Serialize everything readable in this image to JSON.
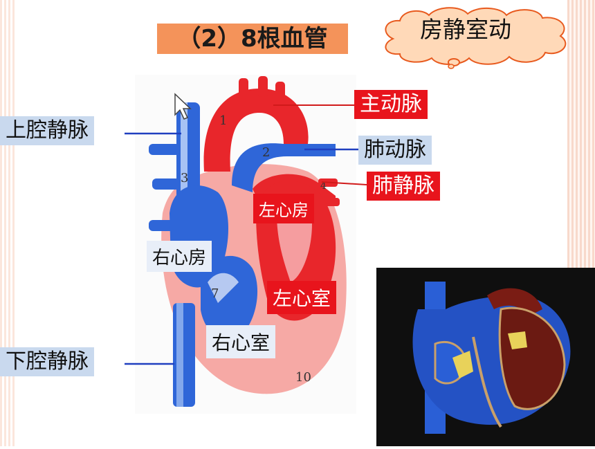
{
  "slide": {
    "title": "（2）8根血管",
    "callout": "房静室动"
  },
  "labels": {
    "superior_vena_cava": "上腔静脉",
    "inferior_vena_cava": "下腔静脉",
    "aorta": "主动脉",
    "pulmonary_artery": "肺动脉",
    "pulmonary_vein": "肺静脉",
    "left_atrium": "左心房",
    "right_atrium": "右心房",
    "left_ventricle": "左心室",
    "right_ventricle": "右心室"
  },
  "diagram_numbers": {
    "n1": "1",
    "n2": "2",
    "n3": "3",
    "n4": "4",
    "n7": "7",
    "n10": "10"
  },
  "colors": {
    "title_bg": "#f4935a",
    "red_label_bg": "#e8141c",
    "blue_label_bg": "#c9d9ee",
    "artery_red": "#e8262b",
    "vein_blue": "#2f66d8",
    "heart_pink": "#f6a9a5",
    "cloud_fill": "#ffd9b8"
  },
  "icons": {
    "pointer": "mouse-cursor-icon"
  }
}
